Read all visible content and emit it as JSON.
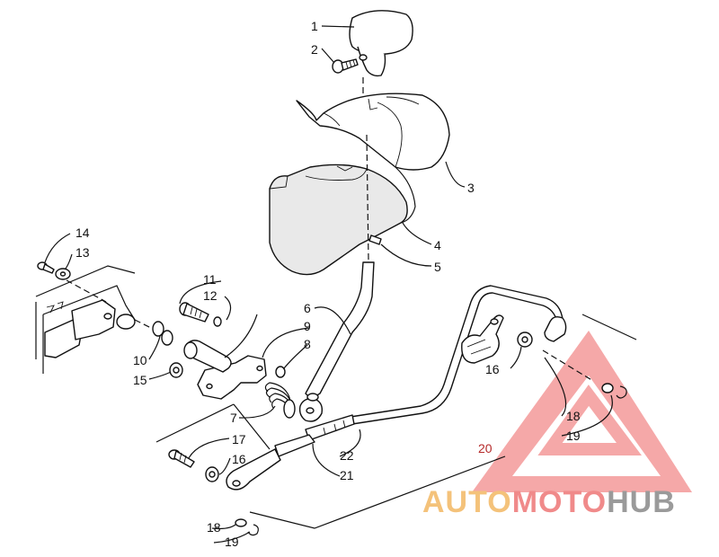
{
  "diagram": {
    "callouts": [
      {
        "id": "1",
        "text": "1"
      },
      {
        "id": "2",
        "text": "2"
      },
      {
        "id": "3",
        "text": "3"
      },
      {
        "id": "4",
        "text": "4"
      },
      {
        "id": "5",
        "text": "5"
      },
      {
        "id": "6",
        "text": "6"
      },
      {
        "id": "7",
        "text": "7"
      },
      {
        "id": "8",
        "text": "8"
      },
      {
        "id": "9",
        "text": "9"
      },
      {
        "id": "10",
        "text": "10"
      },
      {
        "id": "11",
        "text": "11"
      },
      {
        "id": "12",
        "text": "12"
      },
      {
        "id": "13",
        "text": "13"
      },
      {
        "id": "14",
        "text": "14"
      },
      {
        "id": "15",
        "text": "15"
      },
      {
        "id": "16a",
        "text": "16"
      },
      {
        "id": "16b",
        "text": "16"
      },
      {
        "id": "17",
        "text": "17"
      },
      {
        "id": "18a",
        "text": "18"
      },
      {
        "id": "18b",
        "text": "18"
      },
      {
        "id": "19a",
        "text": "19"
      },
      {
        "id": "19b",
        "text": "19"
      },
      {
        "id": "20",
        "text": "20"
      },
      {
        "id": "21",
        "text": "21"
      },
      {
        "id": "22",
        "text": "22"
      }
    ]
  },
  "watermark": {
    "word1": "AUTO",
    "word2": "MOTO",
    "word3": "HUB",
    "colors": {
      "auto": "#f4c27a",
      "moto": "#f08a8a",
      "hub": "#9a9a9a",
      "triangle": "#f28b8b"
    }
  }
}
